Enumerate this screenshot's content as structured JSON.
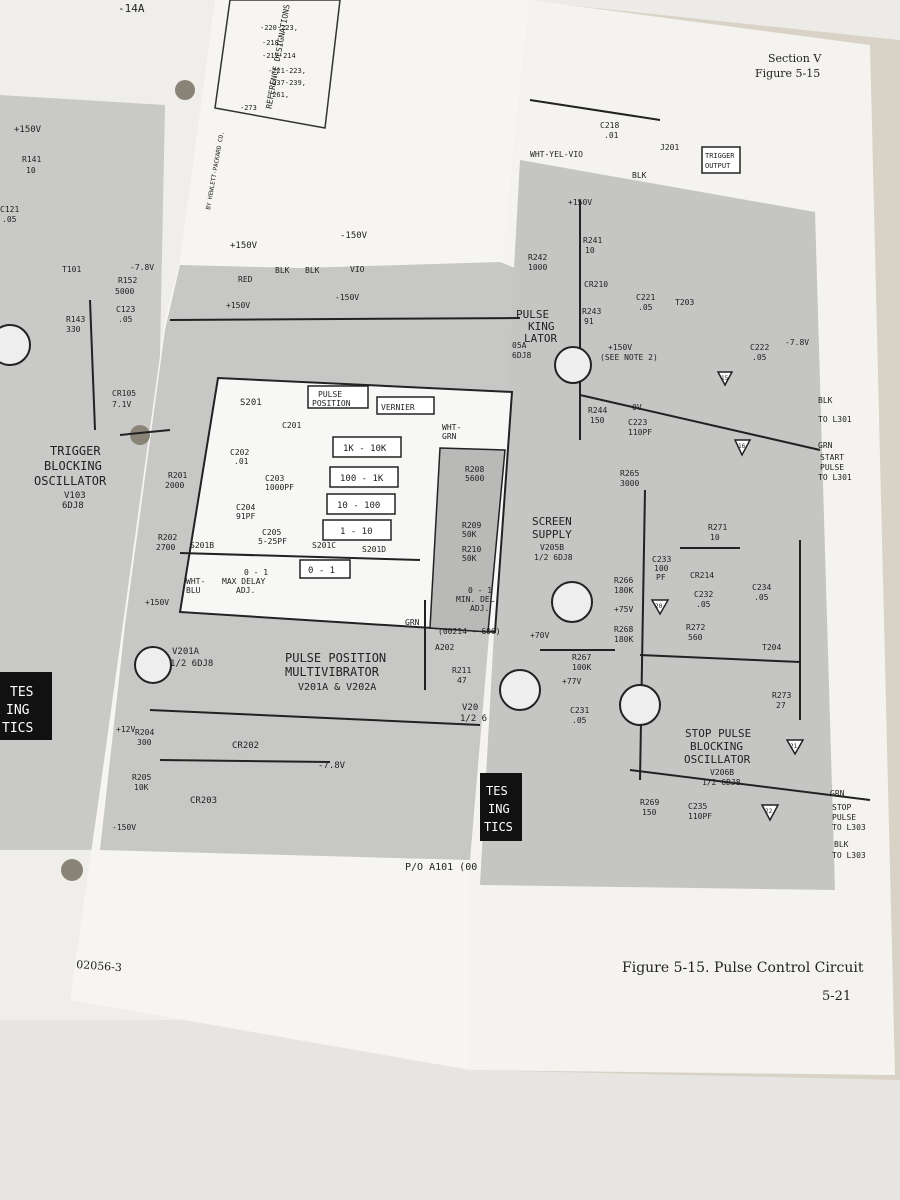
{
  "header": {
    "section": "Section V",
    "figure_ref": "Figure 5-15",
    "left_partial": "-14A"
  },
  "reference_box": {
    "title": "REFERENCE DESIGNATIONS",
    "lines": [
      "-220-223,",
      "-218,",
      "-212-214",
      "-221-223,",
      "-237-239,",
      "-261,",
      "-273"
    ],
    "note": "BY HEWLETT-PACKARD CO."
  },
  "caption": {
    "figure_title": "Figure 5-15.  Pulse Control Circuit",
    "page_number": "5-21",
    "doc_code": "02056-3"
  },
  "left_page": {
    "trigger_osc": [
      "TRIGGER",
      "BLOCKING",
      "OSCILLATOR"
    ],
    "trigger_tube": "V103",
    "trigger_type": "6DJ8",
    "components": [
      "+150V",
      "R141",
      "10",
      "C121",
      ".05",
      "T101",
      "R152",
      "5000",
      "-7.8V",
      "C123",
      ".05",
      "R143",
      "330",
      "CR105",
      "7.1V"
    ]
  },
  "supplies": {
    "plus150": "+150V",
    "minus150": "-150V",
    "red": "RED",
    "blk": "BLK",
    "vio": "VIO",
    "bottom_plus": "+150V",
    "bottom_minus": "-150V"
  },
  "switch_panel": {
    "s201": "S201",
    "pulse_position": [
      "PULSE",
      "POSITION"
    ],
    "vernier": "VERNIER",
    "ranges": [
      "1K - 10K",
      "100 - 1K",
      "10 - 100",
      "1 - 10",
      "0 - 1"
    ],
    "caps": [
      "C201",
      "C202",
      ".01",
      "C203",
      "1000PF",
      "C204",
      "91PF",
      "C205",
      "5-25PF"
    ],
    "s201b": "S201B",
    "s201c": "S201C",
    "s201d": "S201D",
    "max_delay": [
      "0 - 1",
      "MAX DELAY",
      "ADJ."
    ],
    "wht_blu": [
      "WHT-",
      "BLU"
    ],
    "wht_grn": [
      "WHT-",
      "GRN"
    ],
    "r208": [
      "R208",
      "5600"
    ],
    "r209": [
      "R209",
      "50K"
    ],
    "r210": [
      "R210",
      "50K"
    ],
    "min_del": [
      "0 - 1",
      "MIN. DEL",
      "ADJ."
    ],
    "grn": "GRN",
    "board_id": "(00214 - 606)",
    "a202": "A202"
  },
  "multivibrator": {
    "title": [
      "PULSE POSITION",
      "MULTIVIBRATOR"
    ],
    "subtitle": "V201A & V202A",
    "tube": "V201A",
    "tube_type": "1/2 6DJ8",
    "r201": [
      "R201",
      "2000"
    ],
    "r202": [
      "R202",
      "2700"
    ],
    "r204": [
      "R204",
      "300"
    ],
    "r205": [
      "R205",
      "10K"
    ],
    "cr202": "CR202",
    "cr203": "CR203",
    "neg78": "-7.8V",
    "neg150": "-150V",
    "plus12": "+12V",
    "plus150": "+150V",
    "r211": [
      "R211",
      "47"
    ],
    "v202": [
      "V20",
      "1/2 6"
    ],
    "p_o": "P/O A101 (00"
  },
  "right_page": {
    "c218": [
      "C218",
      ".01"
    ],
    "j201": "J201",
    "trigger_output": [
      "TRIGGER",
      "OUTPUT"
    ],
    "wht_yel_vio": "WHT-YEL-VIO",
    "blk": "BLK",
    "plus150": "+150V",
    "r241": [
      "R241",
      "10"
    ],
    "r242": [
      "R242",
      "1000"
    ],
    "cr210": "CR210",
    "c221": [
      "C221",
      ".05"
    ],
    "t203": "T203",
    "c222": [
      "C222",
      ".05"
    ],
    "neg78": "-7.8V",
    "r243": [
      "R243",
      "91"
    ],
    "pulse_osc": [
      "PULSE",
      "KING",
      "LATOR"
    ],
    "v205a": [
      "05A",
      "6DJ8"
    ],
    "see_note": [
      "+150V",
      "(SEE NOTE 2)"
    ],
    "r244": [
      "R244",
      "150"
    ],
    "c223": [
      "C223",
      "110PF"
    ],
    "zero_v": "0V",
    "to_l301_blk": [
      "BLK",
      "TO L301"
    ],
    "start_pulse": [
      "GRN",
      "START",
      "PULSE",
      "TO L301"
    ],
    "r265": [
      "R265",
      "3000"
    ],
    "screen_supply": [
      "SCREEN",
      "SUPPLY"
    ],
    "v205b": [
      "V205B",
      "1/2 6DJ8"
    ],
    "r266": [
      "R266",
      "180K"
    ],
    "r268": [
      "R268",
      "180K"
    ],
    "r267": [
      "R267",
      "100K"
    ],
    "c231": [
      "C231",
      ".05"
    ],
    "c233": [
      "C233",
      "100",
      "PF"
    ],
    "plus75": "+75V",
    "plus70": "+70V",
    "plus77": "+77V",
    "r271": [
      "R271",
      "10"
    ],
    "cr214": "CR214",
    "c232": [
      "C232",
      ".05"
    ],
    "c234": [
      "C234",
      ".05"
    ],
    "r272": [
      "R272",
      "560"
    ],
    "t204": "T204",
    "r273": [
      "R273",
      "27"
    ],
    "stop_osc": [
      "STOP PULSE",
      "BLOCKING",
      "OSCILLATOR"
    ],
    "v206b": [
      "V206B",
      "1/2 6DJ8"
    ],
    "r269": [
      "R269",
      "150"
    ],
    "c235": [
      "C235",
      "110PF"
    ],
    "stop_pulse": [
      "GRN",
      "STOP",
      "PULSE",
      "TO L303"
    ],
    "blk_l303": [
      "BLK",
      "TO L303"
    ],
    "tri": [
      "15",
      "16",
      "20",
      "21",
      "22"
    ]
  },
  "stamp": {
    "left": [
      "TES",
      "ING",
      "TICS"
    ],
    "right": [
      "TES",
      "ING",
      "TICS"
    ]
  }
}
